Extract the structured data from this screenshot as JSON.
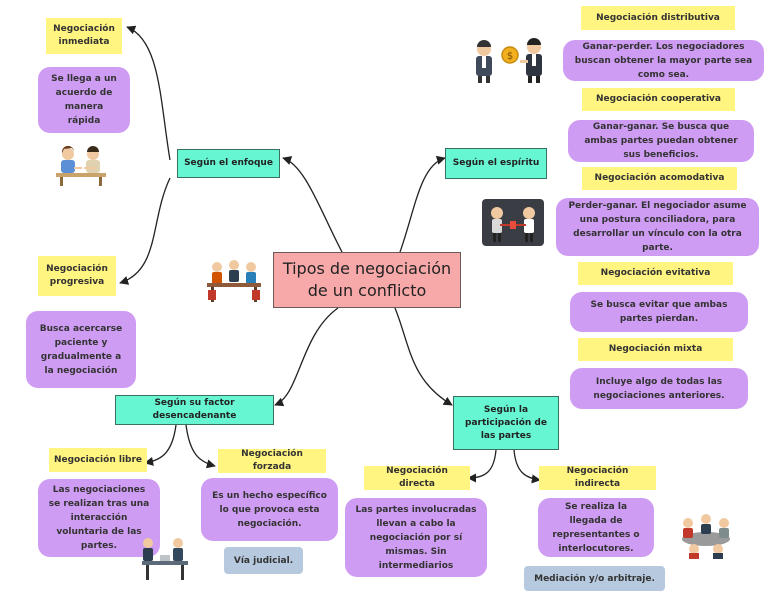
{
  "title": "Tipos de negociación de un conflicto",
  "categories": {
    "enfoque": "Según el enfoque",
    "espiritu": "Según el espíritu",
    "factor": "Según su factor desencadenante",
    "participacion": "Según la participación de las partes"
  },
  "enfoque": {
    "inmediata": {
      "label": "Negociación inmediata",
      "desc": "Se llega a un acuerdo de manera rápida"
    },
    "progresiva": {
      "label": "Negociación progresiva",
      "desc": "Busca acercarse paciente y gradualmente a la negociación"
    }
  },
  "espiritu": {
    "distributiva": {
      "label": "Negociación distributiva",
      "desc": "Ganar-perder. Los negociadores buscan obtener la mayor parte sea como sea."
    },
    "cooperativa": {
      "label": "Negociación cooperativa",
      "desc": "Ganar-ganar. Se busca que ambas partes puedan obtener sus beneficios."
    },
    "acomodativa": {
      "label": "Negociación acomodativa",
      "desc": "Perder-ganar. El negociador asume una postura conciliadora, para desarrollar un vínculo con la otra parte."
    },
    "evitativa": {
      "label": "Negociación evitativa",
      "desc": "Se busca evitar que ambas partes pierdan."
    },
    "mixta": {
      "label": "Negociación mixta",
      "desc": "Incluye algo de todas las negociaciones anteriores."
    }
  },
  "factor": {
    "libre": {
      "label": "Negociación libre",
      "desc": "Las negociaciones se realizan tras una interacción voluntaria de las partes."
    },
    "forzada": {
      "label": "Negociación forzada",
      "desc": "Es un hecho específico lo que provoca esta negociación.",
      "note": "Vía judicial."
    }
  },
  "participacion": {
    "directa": {
      "label": "Negociación directa",
      "desc": "Las partes involucradas llevan a cabo la negociación por sí mismas. Sin intermediarios"
    },
    "indirecta": {
      "label": "Negociación indirecta",
      "desc": "Se realiza la llegada de representantes o interlocutores.",
      "note": "Mediación y/o arbitraje."
    }
  },
  "colors": {
    "title_fill": "#f7a8a8",
    "category_fill": "#66f7d2",
    "tag_fill": "#fff580",
    "description_fill": "#cf9cf3",
    "note_fill": "#b6c9de",
    "connector": "#222222"
  },
  "icons": [
    "handshake-people-icon",
    "businessmen-coin-icon",
    "tug-of-war-icon",
    "meeting-table-icon",
    "team-meeting-icon",
    "office-talk-icon"
  ]
}
